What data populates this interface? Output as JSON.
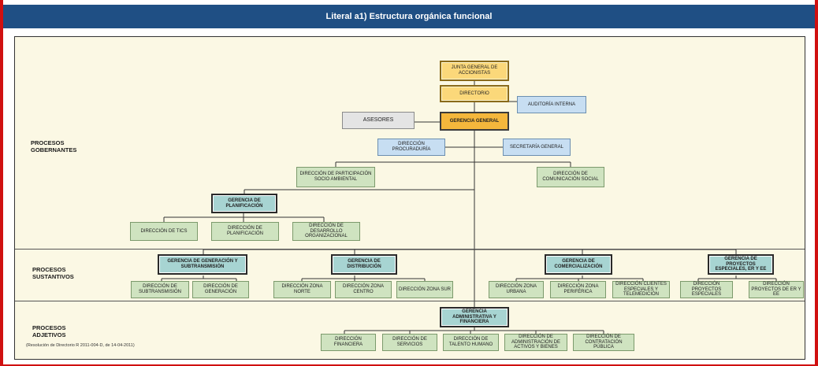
{
  "header": {
    "title": "Literal a1) Estructura orgánica funcional"
  },
  "sections": {
    "gobernantes": "PROCESOS\nGOBERNANTES",
    "sustantivos": "PROCESOS\nSUSTANTIVOS",
    "adjetivos": "PROCESOS\nADJETIVOS"
  },
  "note": "(Resolución de Directorio R 2011-004-D, de 14-04-2011)",
  "boxes": {
    "junta": "JUNTA GENERAL DE ACCIONISTAS",
    "directorio": "DIRECTORIO",
    "auditoria": "AUDITORÍA INTERNA",
    "asesores": "ASESORES",
    "gerencia_general": "GERENCIA GENERAL",
    "procuraduria": "DIRECCIÓN PROCURADURÍA",
    "secretaria": "SECRETARÍA GENERAL",
    "participacion": "DIRECCIÓN DE PARTICIPACIÓN SOCIO AMBIENTAL",
    "comunicacion": "DIRECCIÓN DE COMUNICACIÓN SOCIAL",
    "gerencia_planificacion": "GERENCIA DE PLANIFICACIÓN",
    "tics": "DIRECCIÓN DE TICS",
    "planificacion": "DIRECCIÓN DE PLANIFICACIÓN",
    "desarrollo": "DIRECCIÓN DE DESARROLLO ORGANIZACIONAL",
    "gerencia_generacion": "GERENCIA DE GENERACIÓN Y SUBTRANSMISIÓN",
    "subtransmision": "DIRECCIÓN DE SUBTRANSMISIÓN",
    "generacion": "DIRECCIÓN DE GENERACIÓN",
    "gerencia_distribucion": "GERENCIA DE DISTRIBUCIÓN",
    "zona_norte": "DIRECCIÓN ZONA NORTE",
    "zona_centro": "DIRECCIÓN ZONA CENTRO",
    "zona_sur": "DIRECCIÓN ZONA SUR",
    "gerencia_comercializacion": "GERENCIA DE COMERCIALIZACIÓN",
    "zona_urbana": "DIRECCIÓN ZONA URBANA",
    "zona_periferica": "DIRECCIÓN ZONA PERIFÉRICA",
    "clientes_especiales": "DIRECCIÓN CLIENTES ESPECIALES Y TELEMEDICIÓN",
    "gerencia_proyectos": "GERENCIA DE PROYECTOS ESPECIALES, ER Y EE",
    "proyectos_especiales": "DIRECCIÓN PROYECTOS ESPECIALES",
    "proyectos_er_ee": "DIRECCIÓN PROYECTOS DE ER Y EE",
    "gerencia_administrativa": "GERENCIA ADMINISTRATIVA Y FINANCIERA",
    "financiera": "DIRECCIÓN FINANCIERA",
    "servicios": "DIRECCIÓN DE SERVICIOS",
    "talento": "DIRECCIÓN DE TALENTO HUMANO",
    "activos": "DIRECCIÓN DE ADMINISTRACIÓN DE ACTIVOS Y BIENES",
    "contratacion": "DIRECCIÓN DE CONTRATACIÓN PÚBLICA"
  },
  "colors": {
    "header": "#1f4f84",
    "frame": "#d01010",
    "background": "#fbf8e4",
    "direccion": "#cfe3c0",
    "staff": "#c7def2",
    "gerencia": "#a7d4d2",
    "gerencia_general": "#f4b73c"
  }
}
